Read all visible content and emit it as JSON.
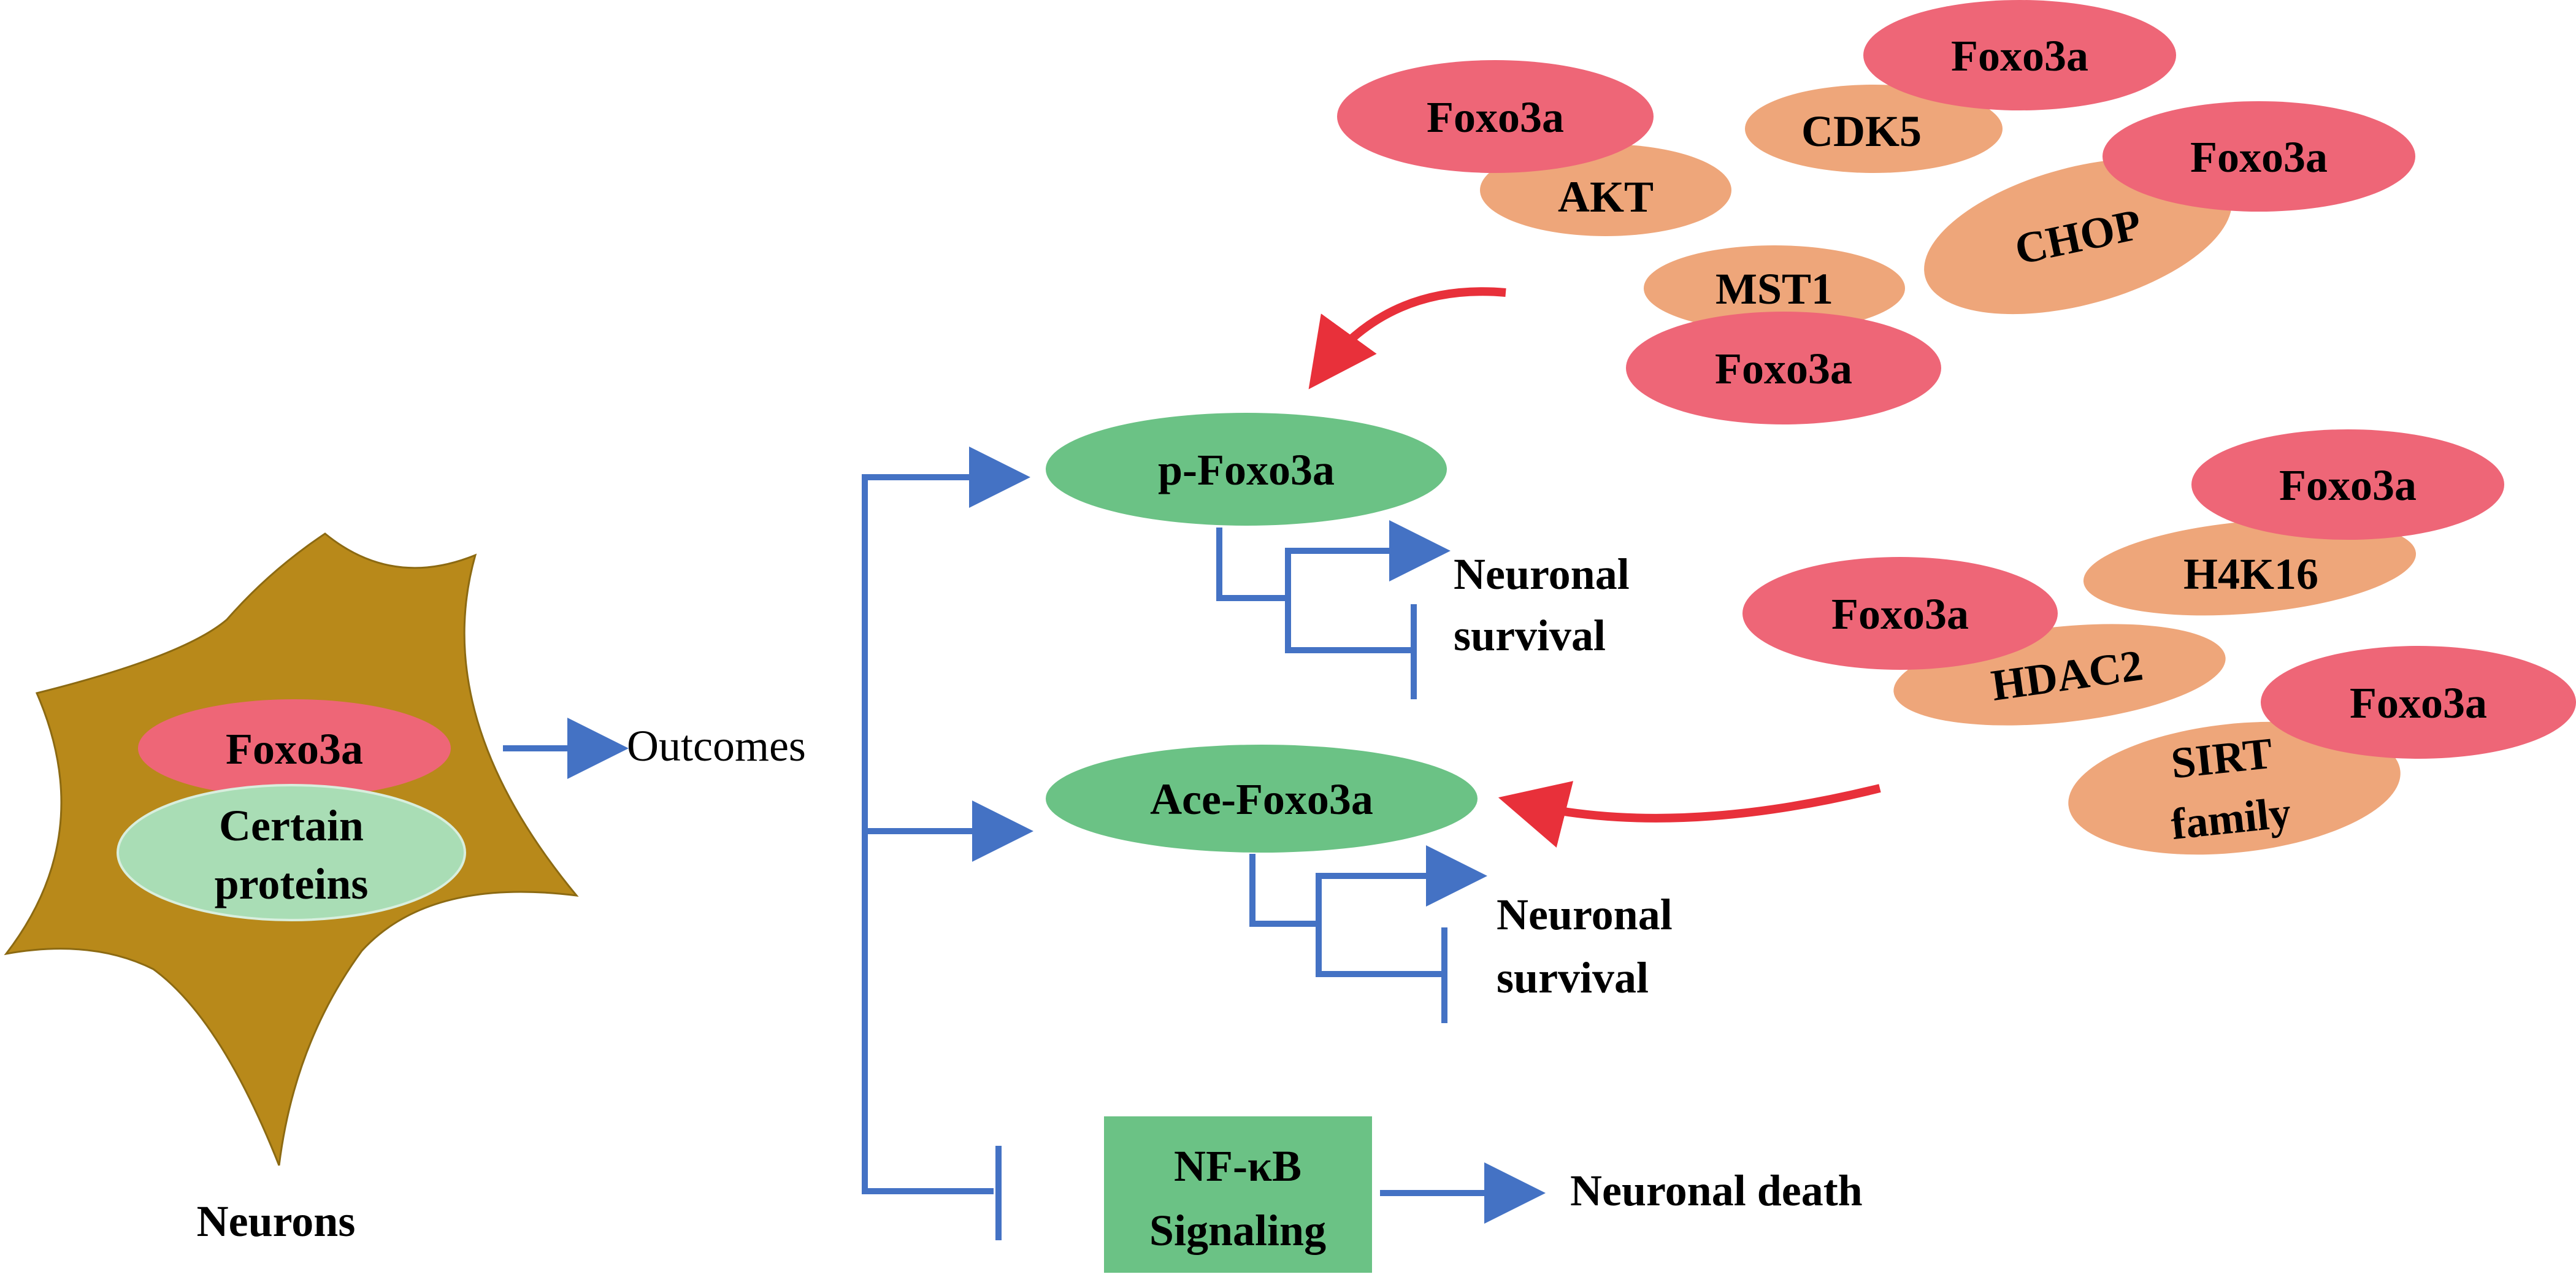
{
  "neuron": {
    "foxo3a": "Foxo3a",
    "certain_line1": "Certain",
    "certain_line2": "proteins",
    "label": "Neurons"
  },
  "outcomes_label": "Outcomes",
  "p_foxo3a": {
    "label": "p-Foxo3a",
    "survival_line1": "Neuronal",
    "survival_line2": "survival"
  },
  "ace_foxo3a": {
    "label": "Ace-Foxo3a",
    "survival_line1": "Neuronal",
    "survival_line2": "survival"
  },
  "nfkb": {
    "line1": "NF-κB",
    "line2": "Signaling",
    "death_label": "Neuronal death"
  },
  "kinase_complexes": {
    "akt": {
      "partner": "AKT",
      "foxo": "Foxo3a"
    },
    "cdk5": {
      "partner": "CDK5",
      "foxo": "Foxo3a"
    },
    "chop": {
      "partner": "CHOP",
      "foxo": "Foxo3a"
    },
    "mst1": {
      "partner": "MST1",
      "foxo": "Foxo3a"
    }
  },
  "acetylation_complexes": {
    "h4k16": {
      "partner": "H4K16",
      "foxo": "Foxo3a"
    },
    "hdac2": {
      "partner": "HDAC2",
      "foxo": "Foxo3a"
    },
    "sirt": {
      "partner_line1": "SIRT",
      "partner_line2": "family",
      "foxo": "Foxo3a"
    }
  },
  "colors": {
    "foxo_red": "#EE6677",
    "partner_orange": "#EEA67A",
    "green": "#6BC285",
    "light_green": "#A9DDB5",
    "neuron_gold": "#B8891A",
    "arrow_blue": "#4472C4",
    "arrow_red": "#E8303A"
  }
}
